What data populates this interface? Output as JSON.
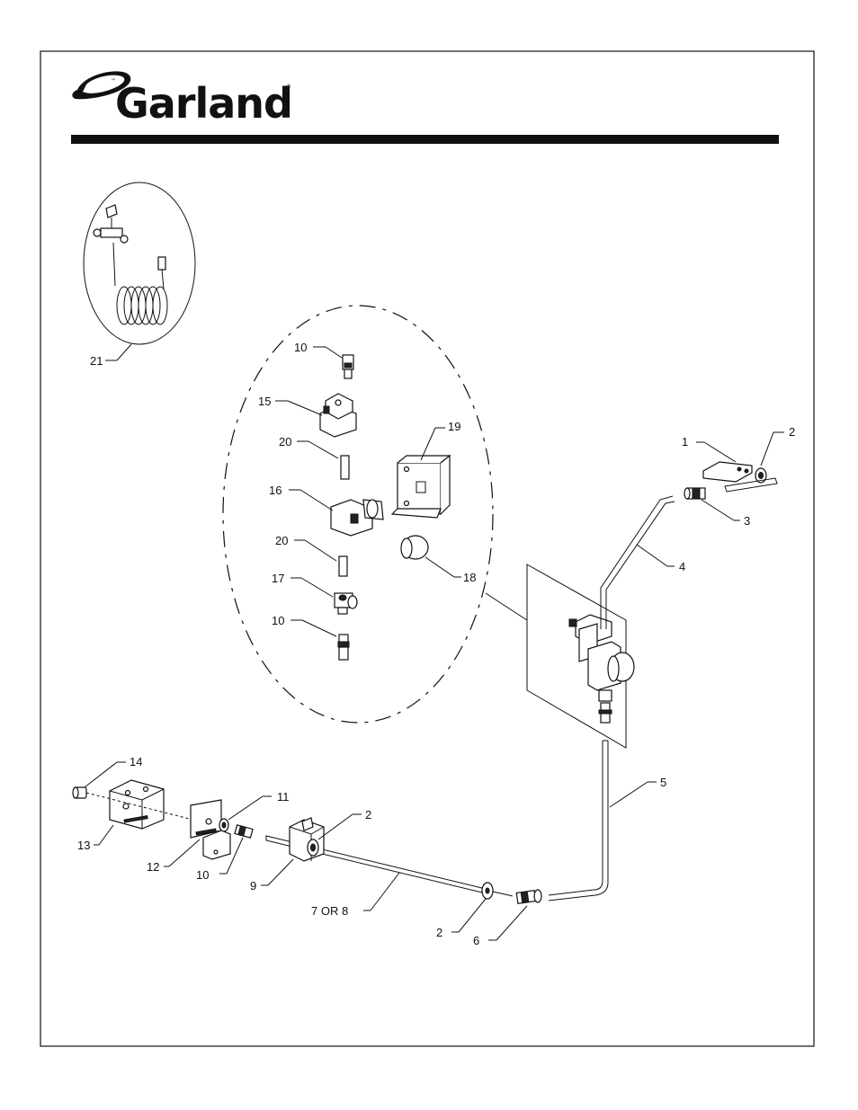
{
  "brand": {
    "name": "Garland",
    "tm_mark": "™",
    "reg_mark": "®"
  },
  "callouts": [
    {
      "id": "c21",
      "text": "21"
    },
    {
      "id": "c10a",
      "text": "10"
    },
    {
      "id": "c15",
      "text": "15"
    },
    {
      "id": "c20a",
      "text": "20"
    },
    {
      "id": "c19",
      "text": "19"
    },
    {
      "id": "c16",
      "text": "16"
    },
    {
      "id": "c20b",
      "text": "20"
    },
    {
      "id": "c18",
      "text": "18"
    },
    {
      "id": "c17",
      "text": "17"
    },
    {
      "id": "c10b",
      "text": "10"
    },
    {
      "id": "c1",
      "text": "1"
    },
    {
      "id": "c2a",
      "text": "2"
    },
    {
      "id": "c3",
      "text": "3"
    },
    {
      "id": "c4",
      "text": "4"
    },
    {
      "id": "c5",
      "text": "5"
    },
    {
      "id": "c14",
      "text": "14"
    },
    {
      "id": "c11",
      "text": "11"
    },
    {
      "id": "c2b",
      "text": "2"
    },
    {
      "id": "c13",
      "text": "13"
    },
    {
      "id": "c12",
      "text": "12"
    },
    {
      "id": "c10c",
      "text": "10"
    },
    {
      "id": "c9",
      "text": "9"
    },
    {
      "id": "c7or8",
      "text": "7  OR  8"
    },
    {
      "id": "c2c",
      "text": "2"
    },
    {
      "id": "c6",
      "text": "6"
    }
  ]
}
